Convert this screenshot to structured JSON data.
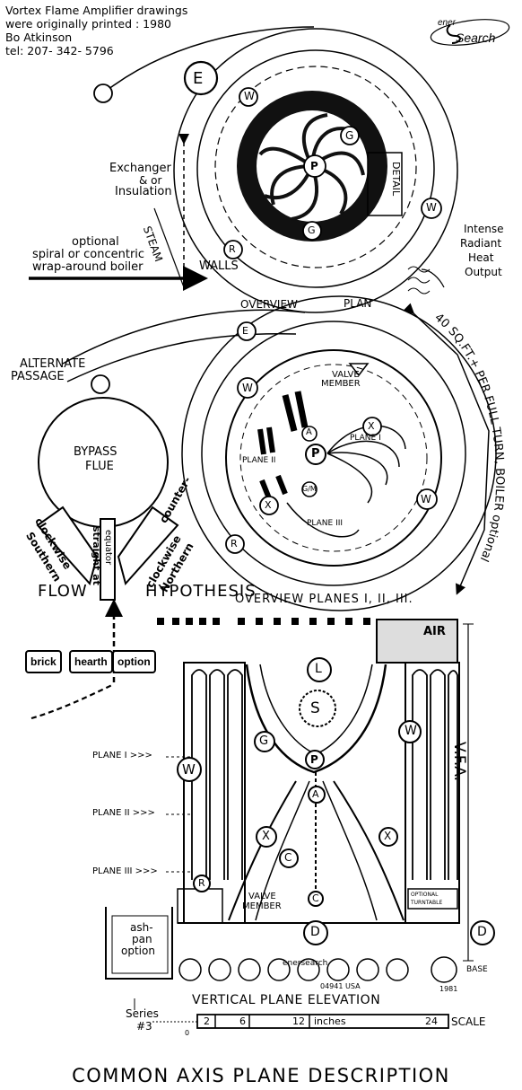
{
  "header": {
    "line1": "Vortex Flame Amplifier drawings",
    "line2": "were originally printed : 1980",
    "line3": "Bo Atkinson",
    "line4": "tel: 207- 342- 5796"
  },
  "logo": {
    "part1": "ener",
    "part2": "Search"
  },
  "overview_plan": {
    "title_left": "OVERVIEW",
    "title_right": "PLAN",
    "labels": {
      "E": "E",
      "W": "W",
      "G": "G",
      "P": "P",
      "R": "R",
      "exchanger_1": "Exchanger",
      "exchanger_2": "& or",
      "exchanger_3": "Insulation",
      "steam_walls_1": "STEAM",
      "steam_walls_2": "WALLS",
      "detail": "DETAIL",
      "boiler_1": "optional",
      "boiler_2": "spiral or concentric",
      "boiler_3": "wrap-around boiler",
      "radiant_1": "Intense",
      "radiant_2": "Radiant",
      "radiant_3": "Heat",
      "radiant_4": "Output"
    }
  },
  "overview_planes": {
    "title": "OVERVIEW PLANES I, II, III.",
    "labels": {
      "alternate_1": "ALTERNATE",
      "alternate_2": "PASSAGE",
      "bypass_1": "BYPASS",
      "bypass_2": "FLUE",
      "valve_1": "VALVE",
      "valve_2": "MEMBER",
      "plane_1": "PLANE I",
      "plane_2": "PLANE II",
      "plane_3": "PLANE III",
      "A": "A",
      "X": "X",
      "P": "P",
      "W": "W",
      "R": "R",
      "E": "E",
      "GM": "G/M",
      "arc_text": "40 SQ.FT.+ PER FULL TURN, BOILER optional",
      "clockwise_1": "clockwise",
      "clockwise_2": "Southern",
      "straight_1": "straight at",
      "straight_2": "equator",
      "counter_1": "counter-",
      "counter_2": "clockwise",
      "counter_3": "Northern",
      "flow": "FLOW",
      "hypothesis": "HYPOTHESIS"
    }
  },
  "options": {
    "brick": "brick",
    "hearth": "hearth",
    "option": "option"
  },
  "elevation": {
    "title": "VERTICAL PLANE ELEVATION",
    "labels": {
      "L": "L",
      "S": "S",
      "P": "P",
      "A": "A",
      "G": "G",
      "W": "W",
      "X": "X",
      "C": "C",
      "R": "R",
      "D": "D",
      "air": "AIR",
      "vfa": "V.F.A.",
      "plane_1": "PLANE  I >>>",
      "plane_2": "PLANE  II >>>",
      "plane_3": "PLANE  III >>>",
      "valve_1": "VALVE",
      "valve_2": "MEMBER",
      "turntable_1": "OPTIONAL",
      "turntable_2": "TURNTABLE",
      "ashpan_1": "ash-",
      "ashpan_2": "pan",
      "ashpan_3": "option",
      "base": "BASE",
      "maker": "enersearch",
      "zip": "04941 USA",
      "year": "1981",
      "series_1": "Series",
      "series_2": "#3"
    },
    "scale": {
      "ticks": [
        "0",
        "2",
        "6",
        "12",
        "inches",
        "24"
      ],
      "label": "SCALE"
    }
  },
  "footer": {
    "title": "COMMON AXIS PLANE DESCRIPTION"
  }
}
